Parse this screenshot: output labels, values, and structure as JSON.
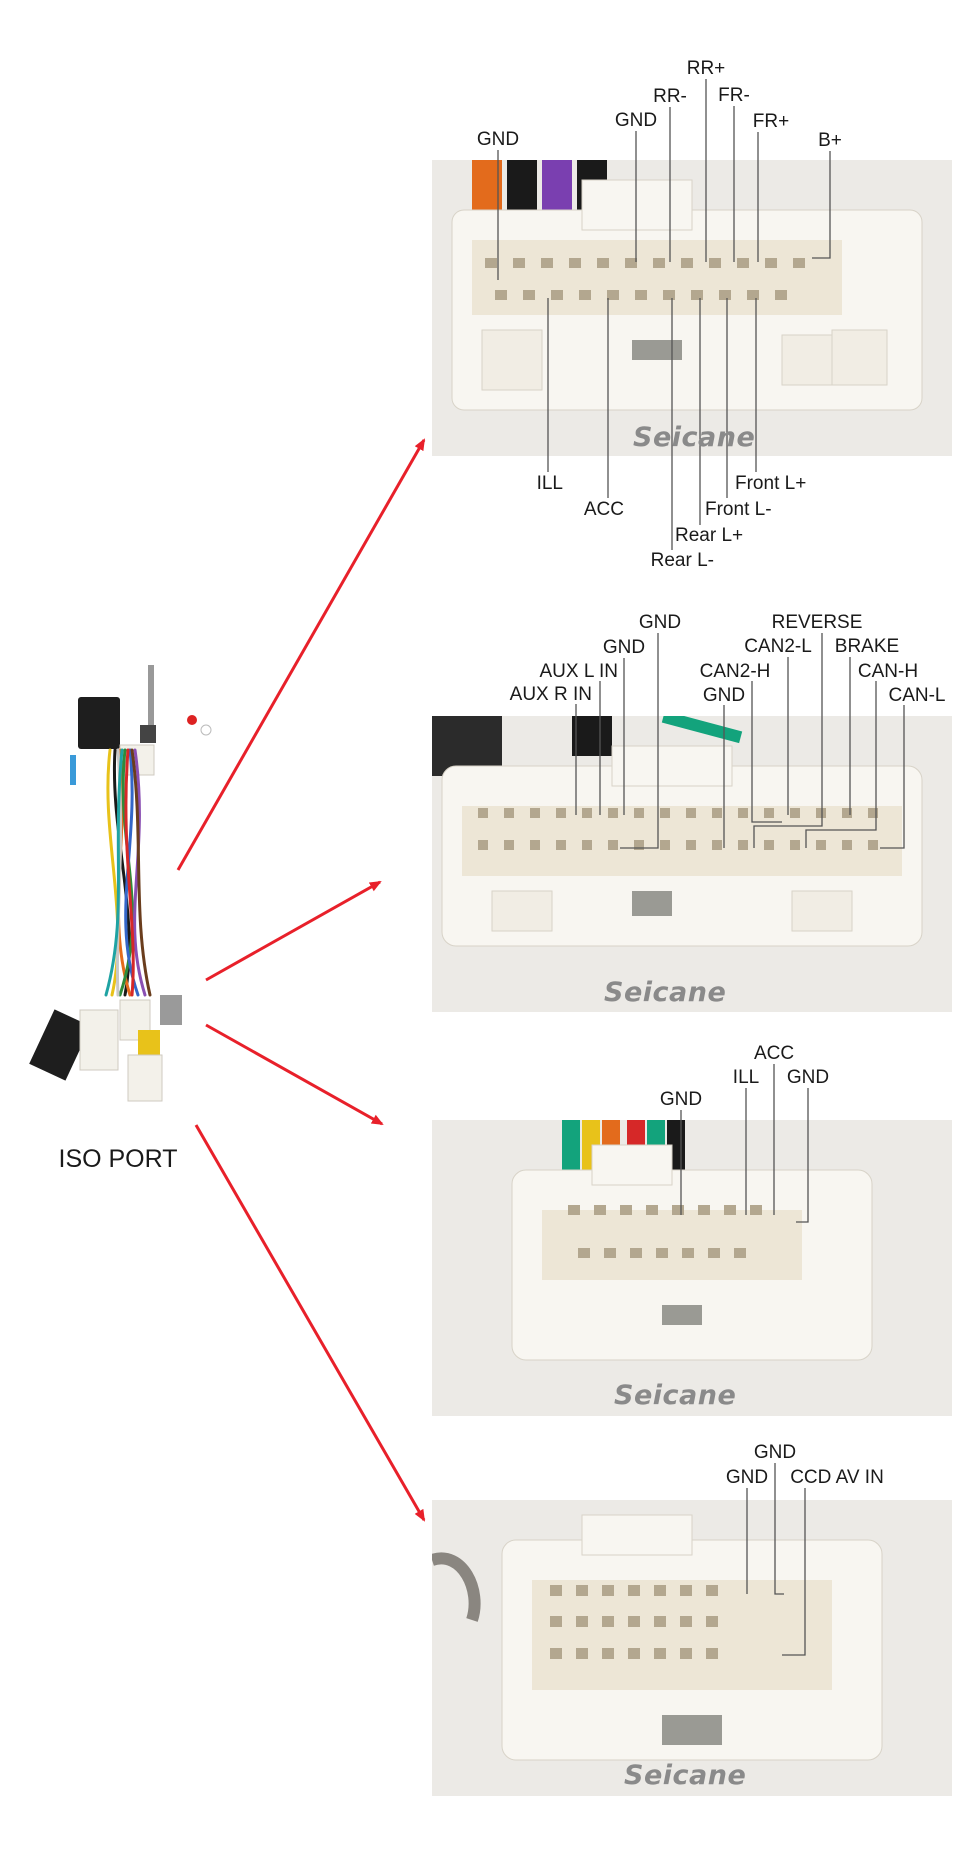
{
  "brand": "Seicane",
  "harness_label": "ISO PORT",
  "colors": {
    "arrow": "#e8202a",
    "leader": "#555555",
    "connector": "#f7f5f0",
    "pin": "#c9b89a"
  },
  "connectors": [
    {
      "name": "connector-1",
      "top_labels": [
        "GND",
        "GND",
        "RR-",
        "RR+",
        "FR-",
        "FR+",
        "B+"
      ],
      "bottom_labels": [
        "ILL",
        "ACC",
        "Rear L-",
        "Rear L+",
        "Front L-",
        "Front L+"
      ]
    },
    {
      "name": "connector-2",
      "top_labels": [
        "AUX R IN",
        "AUX L IN",
        "GND",
        "GND",
        "GND",
        "CAN2-H",
        "CAN2-L",
        "REVERSE",
        "BRAKE",
        "CAN-H",
        "CAN-L"
      ]
    },
    {
      "name": "connector-3",
      "top_labels": [
        "GND",
        "ILL",
        "ACC",
        "GND"
      ]
    },
    {
      "name": "connector-4",
      "top_labels": [
        "GND",
        "GND",
        "CCD AV IN"
      ]
    }
  ]
}
